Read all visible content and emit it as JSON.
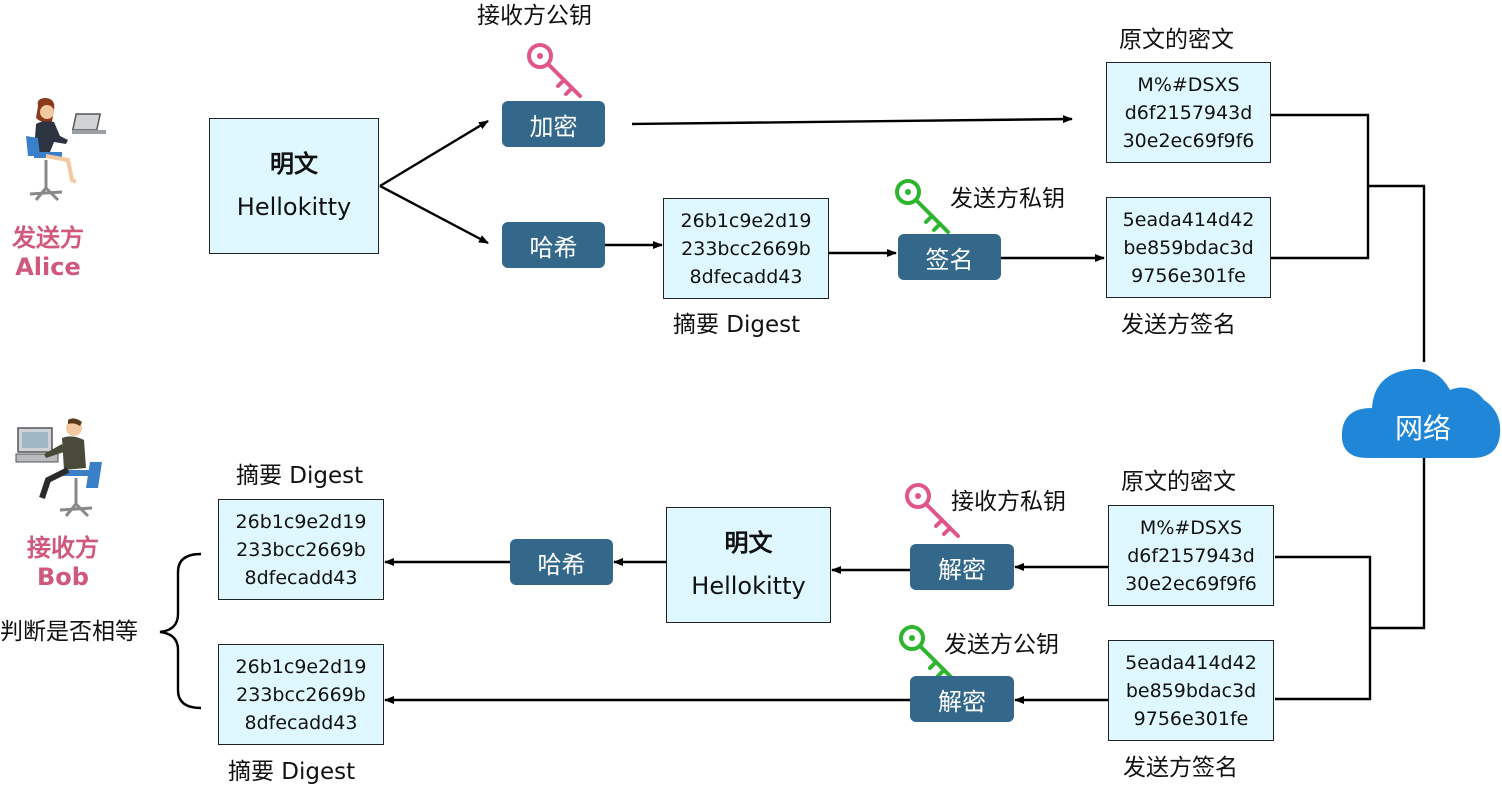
{
  "sender": {
    "line1": "发送方",
    "line2": "Alice"
  },
  "receiver": {
    "line1": "接收方",
    "line2": "Bob"
  },
  "plaintext": {
    "title": "明文",
    "value": "Hellokitty"
  },
  "ops": {
    "encrypt": "加密",
    "hash": "哈希",
    "sign": "签名",
    "decrypt": "解密"
  },
  "keys": {
    "receiver_public": "接收方公钥",
    "sender_private": "发送方私钥",
    "receiver_private": "接收方私钥",
    "sender_public": "发送方公钥"
  },
  "ciphertext": {
    "caption": "原文的密文",
    "lines": [
      "M%#DSXS",
      "d6f2157943d",
      "30e2ec69f9f6"
    ]
  },
  "digest": {
    "caption": "摘要 Digest",
    "lines": [
      "26b1c9e2d19",
      "233bcc2669b",
      "8dfecadd43"
    ]
  },
  "signature": {
    "caption": "发送方签名",
    "lines": [
      "5eada414d42",
      "be859bdac3d",
      "9756e301fe"
    ]
  },
  "network": "网络",
  "compare": "判断是否相等",
  "colors": {
    "op_fill": "#34688b",
    "box_fill": "#dff8ff",
    "role_text": "#d0587b",
    "public_key": "#e0568a",
    "private_key": "#2db52d",
    "cloud": "#1f86d8"
  }
}
